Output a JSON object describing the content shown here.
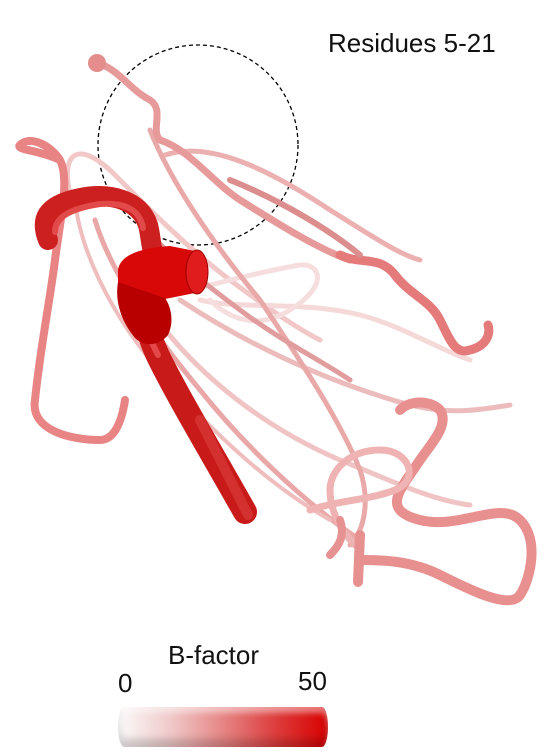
{
  "annotation": {
    "label": "Residues 5-21"
  },
  "legend": {
    "title": "B-factor",
    "min_label": "0",
    "max_label": "50",
    "gradient_colors": [
      "#fbfbfb",
      "#f0c9c9",
      "#e68585",
      "#dd3d3d",
      "#d80000"
    ]
  },
  "colors": {
    "low": "#fbfbfb",
    "high": "#d80000",
    "outline": "#000000"
  }
}
